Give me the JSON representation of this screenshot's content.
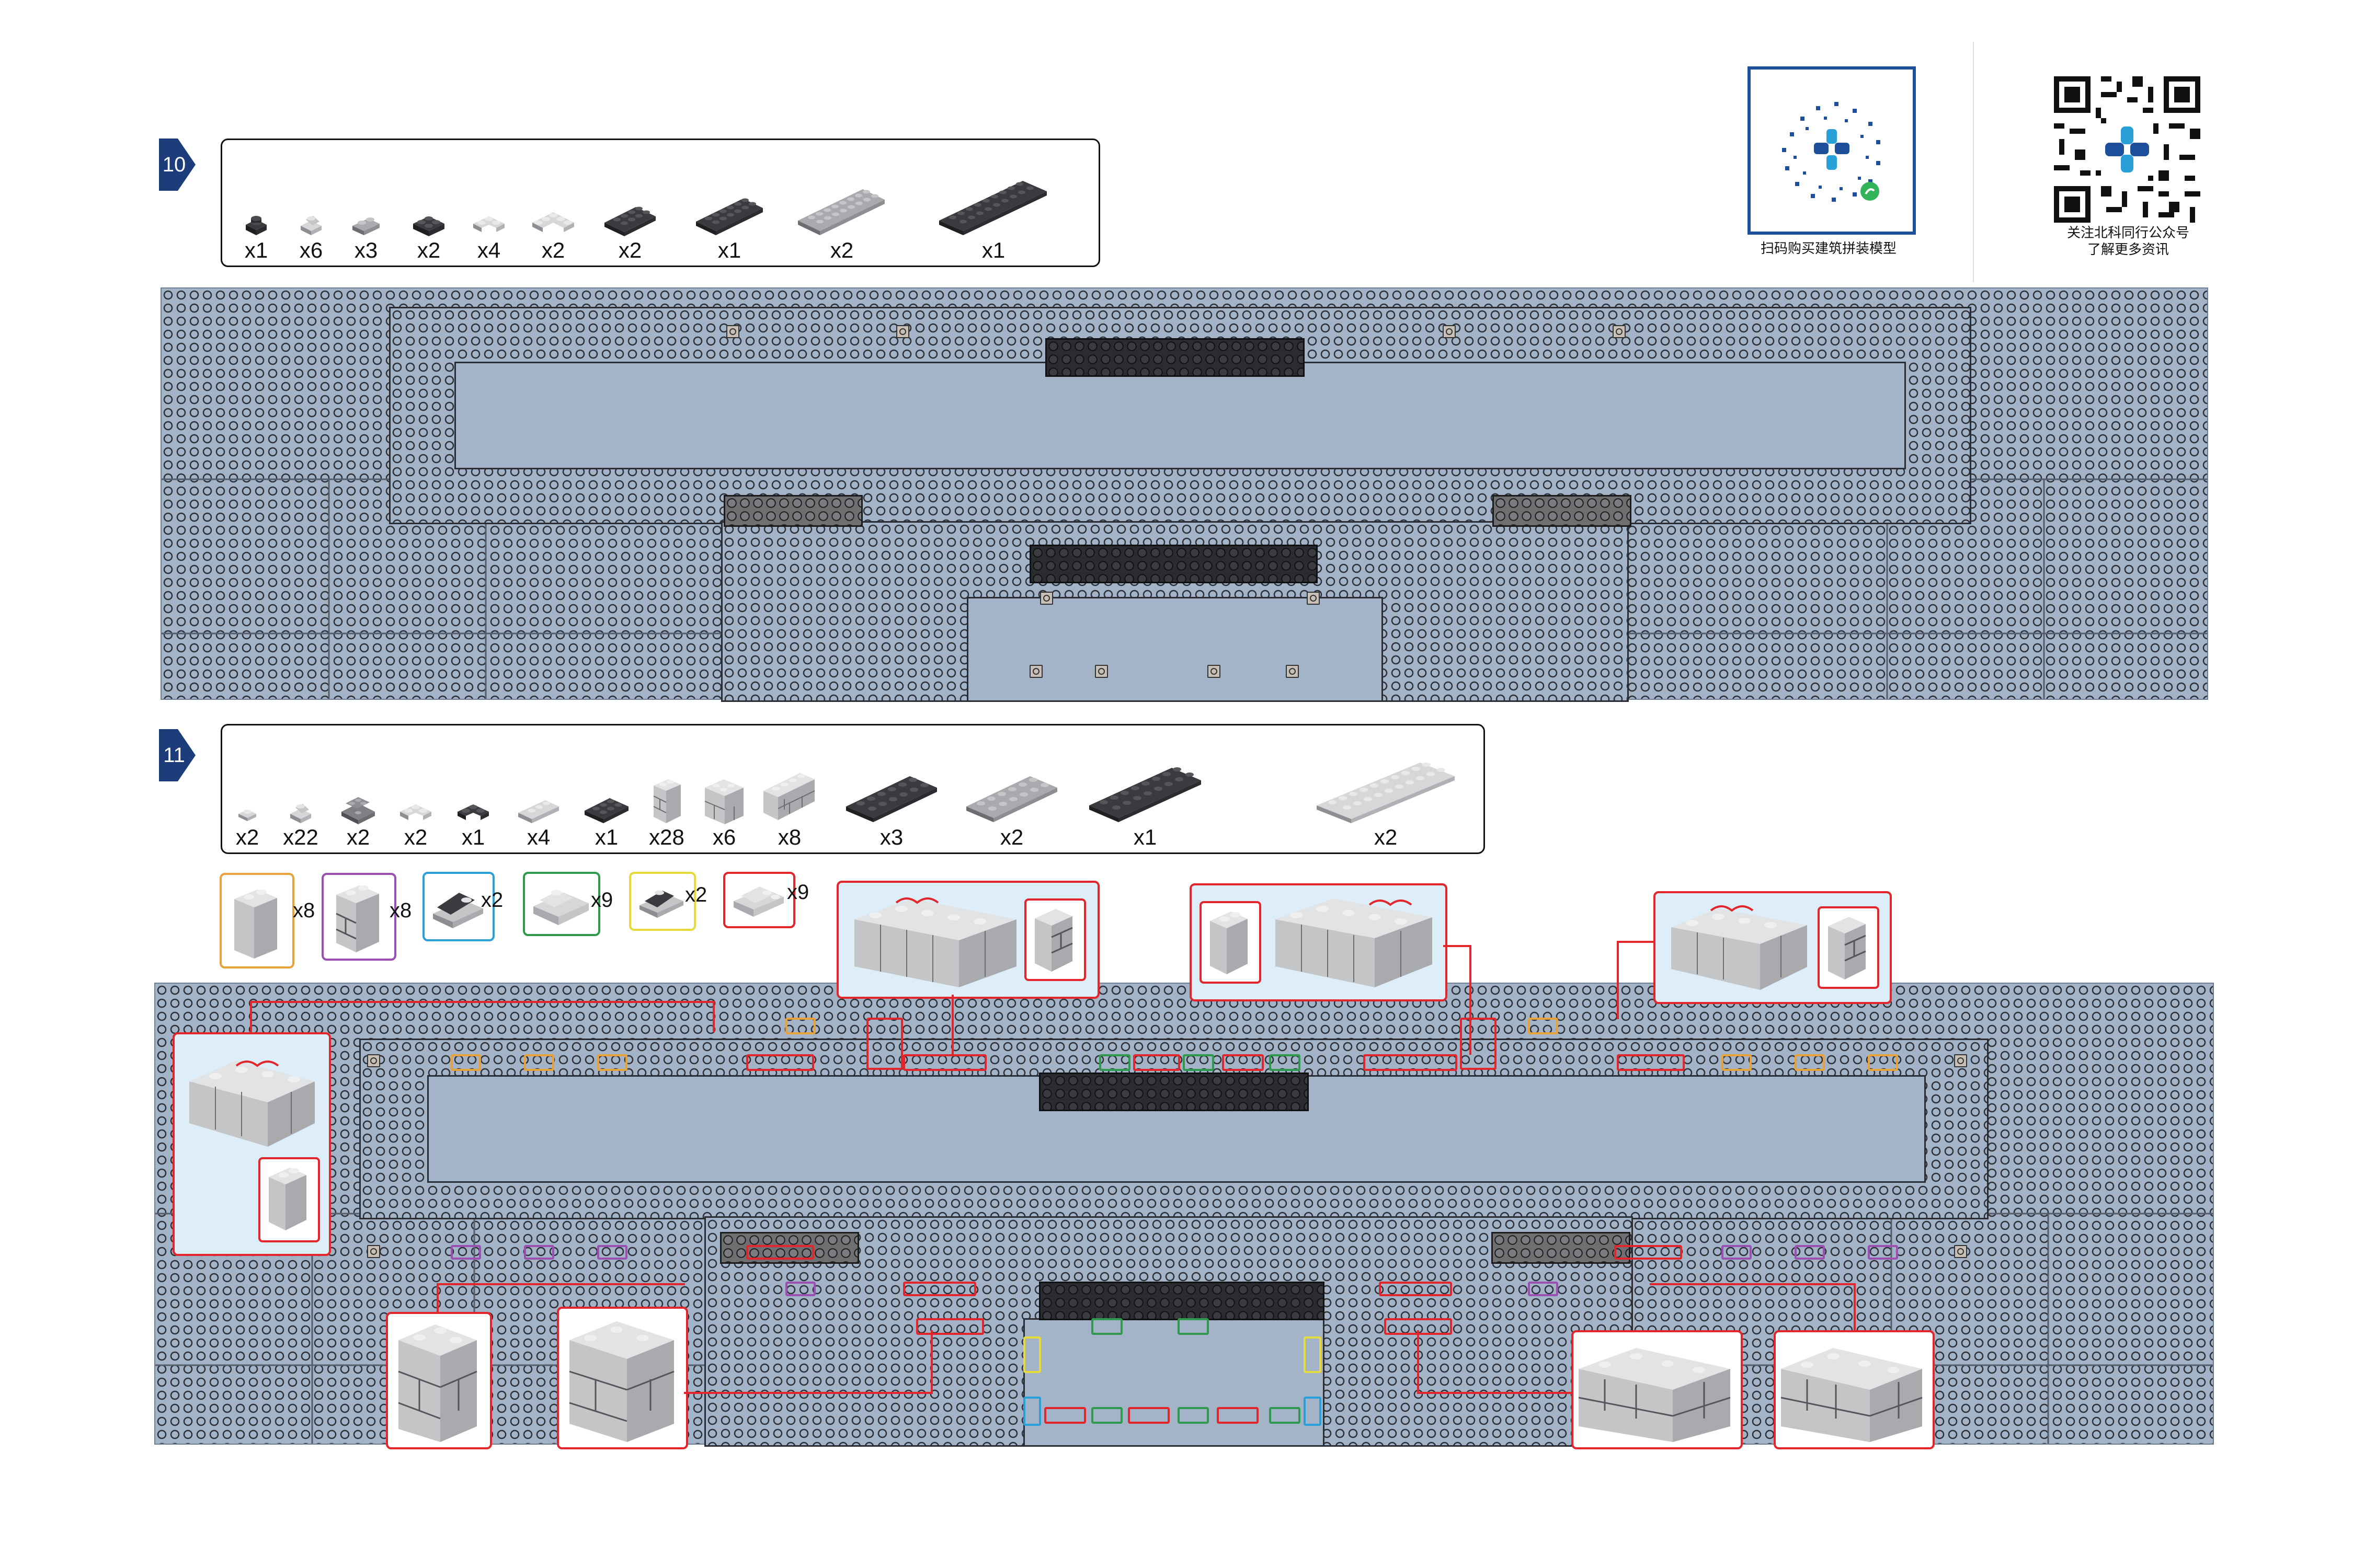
{
  "qr_cards": [
    {
      "caption": "扫码购买建筑拼装模型"
    },
    {
      "caption_line1": "关注北科同行公众号",
      "caption_line2": "了解更多资讯"
    }
  ],
  "steps": [
    {
      "number": "10",
      "parts": [
        {
          "icon": "dark-plate-1x1-icon",
          "color": "#2b2c2f",
          "qty": "x1"
        },
        {
          "icon": "light-slope-1x1-icon",
          "color": "#b9babc",
          "qty": "x6"
        },
        {
          "icon": "grey-jumper-1x2-icon",
          "color": "#8d8e91",
          "qty": "x3"
        },
        {
          "icon": "dark-plate-2x2-icon",
          "color": "#2b2c2f",
          "qty": "x2"
        },
        {
          "icon": "light-corner-plate-icon",
          "color": "#b9babc",
          "qty": "x4"
        },
        {
          "icon": "light-corner-plate-large-icon",
          "color": "#b9babc",
          "qty": "x2"
        },
        {
          "icon": "dark-plate-2x4-icon",
          "color": "#2b2c2f",
          "qty": "x2"
        },
        {
          "icon": "dark-plate-2x6-icon",
          "color": "#2b2c2f",
          "qty": "x1"
        },
        {
          "icon": "grey-plate-2x8-icon",
          "color": "#8d8e91",
          "qty": "x2"
        },
        {
          "icon": "dark-plate-2x10-icon",
          "color": "#2b2c2f",
          "qty": "x1"
        }
      ]
    },
    {
      "number": "11",
      "parts": [
        {
          "icon": "light-plate-1x1-icon",
          "color": "#b9babc",
          "qty": "x2"
        },
        {
          "icon": "light-slope-1x1-icon",
          "color": "#b9babc",
          "qty": "x22"
        },
        {
          "icon": "dark-grey-bracket-icon",
          "color": "#6c6d70",
          "qty": "x2"
        },
        {
          "icon": "light-corner-plate-icon",
          "color": "#b9babc",
          "qty": "x2"
        },
        {
          "icon": "dark-corner-plate-icon",
          "color": "#2b2c2f",
          "qty": "x1"
        },
        {
          "icon": "light-plate-1x3-icon",
          "color": "#b9babc",
          "qty": "x4"
        },
        {
          "icon": "dark-plate-2x3-icon",
          "color": "#2b2c2f",
          "qty": "x1"
        },
        {
          "icon": "light-masonry-brick-1x2-icon",
          "color": "#b9babc",
          "qty": "x28"
        },
        {
          "icon": "light-brick-2x2-corner-icon",
          "color": "#b9babc",
          "qty": "x6"
        },
        {
          "icon": "light-masonry-brick-1x4-icon",
          "color": "#b9babc",
          "qty": "x8"
        },
        {
          "icon": "dark-plate-2x6-icon",
          "color": "#2b2c2f",
          "qty": "x3"
        },
        {
          "icon": "grey-plate-2x6-icon",
          "color": "#8d8e91",
          "qty": "x2"
        },
        {
          "icon": "dark-plate-2x8-icon",
          "color": "#2b2c2f",
          "qty": "x1"
        },
        {
          "icon": "light-plate-2x10-icon",
          "color": "#c4c5c7",
          "qty": "x2"
        }
      ],
      "legend": [
        {
          "icon": "light-brick-1x2-tall-icon",
          "color": "#e8a23a",
          "qty": "x8"
        },
        {
          "icon": "light-masonry-brick-icon",
          "color": "#9b4fb0",
          "qty": "x8"
        },
        {
          "icon": "light-slope-plate-icon",
          "color": "#2aa0d8",
          "qty": "x2"
        },
        {
          "icon": "light-slope-brick-icon",
          "color": "#2f9a4e",
          "qty": "x9"
        },
        {
          "icon": "light-wedge-plate-icon",
          "color": "#e6d93a",
          "qty": "x2"
        },
        {
          "icon": "light-slope-1x2-icon",
          "color": "#e2262b",
          "qty": "x9"
        }
      ]
    }
  ],
  "colors": {
    "baseplate": "#a3b3c8",
    "dark_brick": "#2b2c2f",
    "highlight_red": "#e2262b",
    "callout_bg": "#ddeef9",
    "qr_border": "#1d4f9c"
  }
}
